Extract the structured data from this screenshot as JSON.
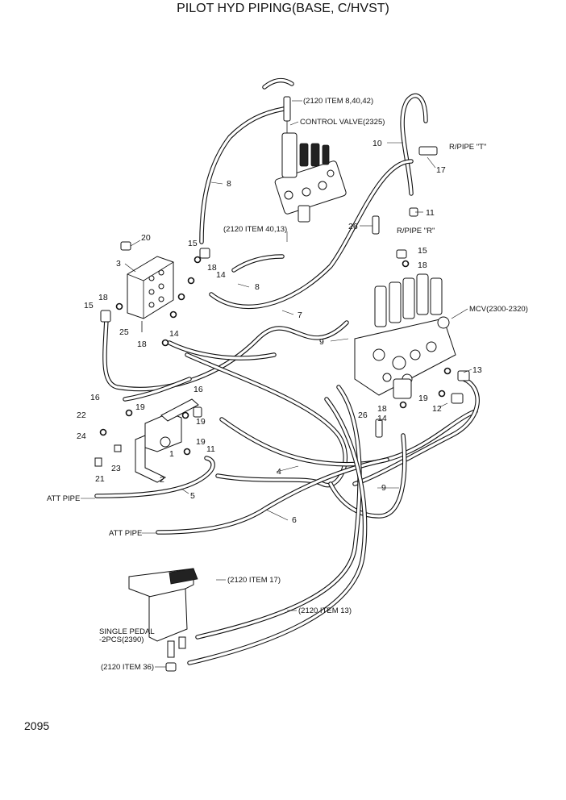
{
  "title": "PILOT HYD PIPING(BASE, C/HVST)",
  "page_number": "2095",
  "callouts": {
    "ref_2120_8_40_42": "(2120 ITEM 8,40,42)",
    "control_valve": "CONTROL VALVE(2325)",
    "ref_2120_40_13": "(2120 ITEM 40,13)",
    "r_pipe_t": "R/PIPE \"T\"",
    "r_pipe_r": "R/PIPE \"R\"",
    "mcv": "MCV(2300-2320)",
    "att_pipe_1": "ATT PIPE",
    "att_pipe_2": "ATT PIPE",
    "ref_2120_17": "(2120 ITEM 17)",
    "ref_2120_13": "(2120 ITEM 13)",
    "single_pedal_1": "SINGLE PEDAL",
    "single_pedal_2": "-2PCS(2390)",
    "ref_2120_36": "(2120 ITEM 36)"
  },
  "part_numbers": {
    "n8a": "8",
    "n8b": "8",
    "n10": "10",
    "n17": "17",
    "n11": "11",
    "n26a": "26",
    "n20": "20",
    "n15a": "15",
    "n18a": "18",
    "n3": "3",
    "n14a": "14",
    "n15b": "15",
    "n18b": "18",
    "n7": "7",
    "n15c": "15",
    "n18c": "18",
    "n25": "25",
    "n14b": "14",
    "n18d": "18",
    "n9a": "9",
    "n13": "13",
    "n16a": "16",
    "n19a": "19",
    "n22": "22",
    "n16b": "16",
    "n19b": "19",
    "n24": "24",
    "n1": "1",
    "n19c": "19",
    "n11b": "11",
    "n19d": "19",
    "n12": "12",
    "n26b": "26",
    "n18e": "18",
    "n14c": "14",
    "n23": "23",
    "n21": "21",
    "n2": "2",
    "n4": "4",
    "n9b": "9",
    "n5": "5",
    "n6": "6"
  }
}
